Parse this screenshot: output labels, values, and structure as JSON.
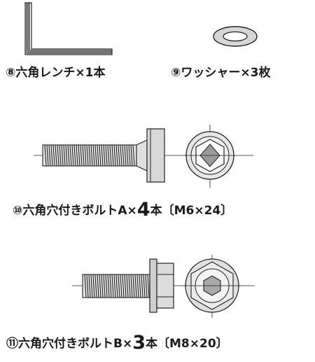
{
  "parts": [
    {
      "id": "wrench",
      "label": "⑧六角レンチ×1本"
    },
    {
      "id": "washer",
      "label": "⑨ワッシャー×3枚"
    },
    {
      "id": "bolt_a",
      "label_pre": "⑩六角穴付きボルトA×",
      "label_qty": "4",
      "label_post": "本〔M6×24〕"
    },
    {
      "id": "bolt_b",
      "label_pre": "⑪六角穴付きボルトB×",
      "label_qty": "3",
      "label_post": "本〔M8×20〕"
    }
  ],
  "colors": {
    "line": "#222222",
    "fill_light": "#e8e8e8",
    "fill_mid": "#c8c8c8"
  }
}
